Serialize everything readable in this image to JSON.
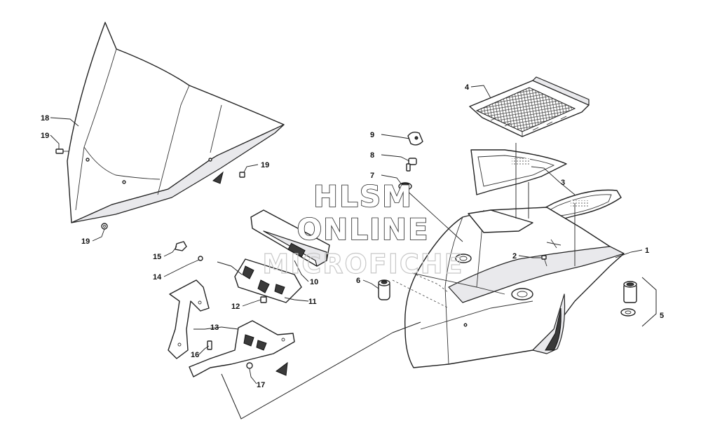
{
  "diagram": {
    "watermark": {
      "line1": "HLSM",
      "line2": "ONLINE",
      "line3": "MICROFICHE"
    },
    "callouts": [
      {
        "id": "c1",
        "label": "1"
      },
      {
        "id": "c2",
        "label": "2"
      },
      {
        "id": "c3",
        "label": "3"
      },
      {
        "id": "c4",
        "label": "4"
      },
      {
        "id": "c5",
        "label": "5"
      },
      {
        "id": "c6",
        "label": "6"
      },
      {
        "id": "c7",
        "label": "7"
      },
      {
        "id": "c8",
        "label": "8"
      },
      {
        "id": "c9",
        "label": "9"
      },
      {
        "id": "c10",
        "label": "10"
      },
      {
        "id": "c11",
        "label": "11"
      },
      {
        "id": "c12",
        "label": "12"
      },
      {
        "id": "c13",
        "label": "13"
      },
      {
        "id": "c14",
        "label": "14"
      },
      {
        "id": "c15",
        "label": "15"
      },
      {
        "id": "c16",
        "label": "16"
      },
      {
        "id": "c17",
        "label": "17"
      },
      {
        "id": "c18",
        "label": "18"
      },
      {
        "id": "c19a",
        "label": "19"
      },
      {
        "id": "c19b",
        "label": "19"
      },
      {
        "id": "c19c",
        "label": "19"
      }
    ]
  }
}
